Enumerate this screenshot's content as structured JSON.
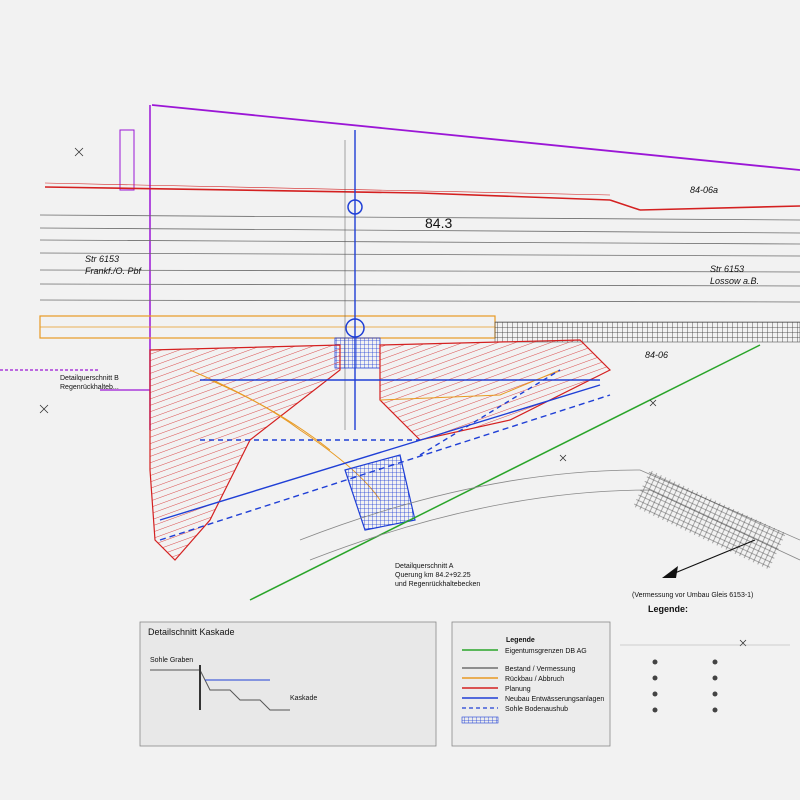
{
  "plan": {
    "track_left": {
      "line1": "Str 6153",
      "line2": "Frankf./O. Pbf"
    },
    "track_right": {
      "line1": "Str 6153",
      "line2": "Lossow a.B."
    },
    "km_label": "84.3",
    "km_label_right": "84-06a",
    "km_label_right2": "84-06",
    "survey_note": "(Vermessung vor Umbau Gleis 6153-1)",
    "legend_title": "Legende:",
    "detail_a": {
      "line1": "Detailquerschnitt A",
      "line2": "Querung km 84.2+92.25",
      "line3": "und Regenrückhaltebecken"
    },
    "detail_b": {
      "line1": "Detailquerschnitt B",
      "line2": "Regenrückhalteb..."
    },
    "kaskade": {
      "title": "Detailschnitt Kaskade",
      "label_graben": "Sohle Graben",
      "label_kaskade": "Kaskade"
    },
    "legend_box": {
      "title": "Legende",
      "items": [
        "Eigentumsgrenzen DB AG",
        "Bestand / Vermessung",
        "Rückbau / Abbruch",
        "Planung",
        "Neubau Entwässerungsanlagen",
        "Sohle Bodenaushub"
      ]
    },
    "colors": {
      "track": "#777777",
      "planning_red": "#d42020",
      "new_blue": "#1f3fd6",
      "boundary_green": "#2aa52a",
      "boundary_purple": "#9b16d6",
      "orange": "#e89a23"
    }
  }
}
